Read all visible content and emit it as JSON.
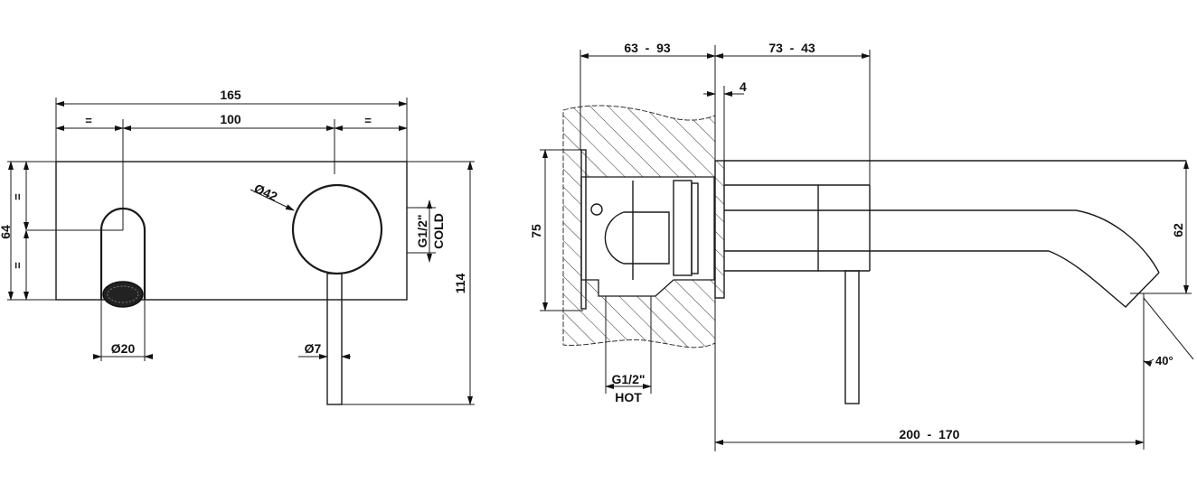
{
  "front_view": {
    "overall_width": "165",
    "center_distance": "100",
    "equal_mark": "=",
    "plate_height": "64",
    "total_height": "114",
    "handle_diameter": "Ø42",
    "spout_diameter": "Ø20",
    "lever_diameter": "Ø7",
    "cold_connection": "G1/2\"",
    "cold_label": "COLD"
  },
  "side_view": {
    "wall_depth": "63  -  93",
    "projection_offset": "73  -  43",
    "plate_thickness": "4",
    "body_height": "75",
    "spout_height": "62",
    "spout_reach": "200  -  170",
    "spout_angle": "40°",
    "hot_connection": "G1/2\"",
    "hot_label": "HOT"
  },
  "colors": {
    "line": "#1a1a1a",
    "background": "#ffffff"
  }
}
